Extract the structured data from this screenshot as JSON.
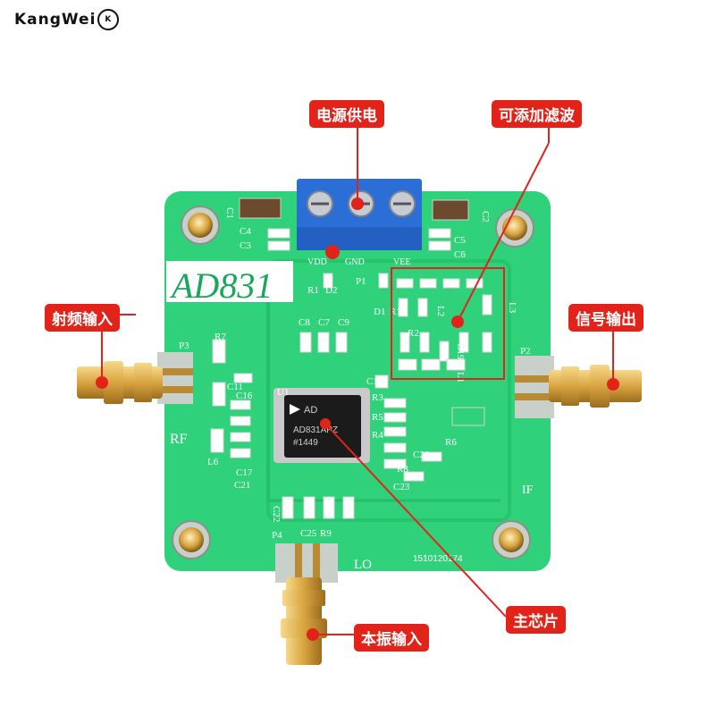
{
  "brand": "KangWei",
  "brand_mark": "K",
  "callouts": {
    "power": "电源供电",
    "filter": "可添加滤波",
    "rf_in": "射频输入",
    "if_out": "信号输出",
    "main_chip": "主芯片",
    "lo_in": "本振输入"
  },
  "board": {
    "model": "AD831",
    "rf": "RF",
    "if": "IF",
    "lo": "LO",
    "serial": "1510120174",
    "vdd": "VDD",
    "gnd": "GND",
    "vee": "VEE",
    "chip_logo": "AD",
    "chip_line1": "AD831APZ",
    "chip_line2": "#1449"
  },
  "silkscreen": {
    "C1": "C1",
    "C2": "C2",
    "C4": "C4",
    "C3": "C3",
    "C5": "C5",
    "C6": "C6",
    "R1": "R1",
    "D2": "D2",
    "P1": "P1",
    "D1": "D1",
    "R10": "R10",
    "P3": "P3",
    "R7": "R7",
    "C11": "C11",
    "C16": "C16",
    "L6": "L6",
    "C17": "C17",
    "C21": "C21",
    "C8": "C8",
    "C7": "C7",
    "C9": "C9",
    "U1": "U1",
    "C10": "C10",
    "R3": "R3",
    "R5": "R5",
    "R4": "R4",
    "R2": "R2",
    "R6": "R6",
    "C20": "C20",
    "R8": "R8",
    "C23": "C23",
    "L3": "L3",
    "L2": "L2",
    "C19": "C19",
    "L1": "L1",
    "P2": "P2",
    "P4": "P4",
    "C25": "C25",
    "R9": "R9",
    "C22": "C22"
  },
  "colors": {
    "pcb": "#2fd27a",
    "pcb_dark": "#1faa5c",
    "callout": "#e2231a",
    "gold": "#d9a441",
    "terminal": "#2b6fd6"
  }
}
